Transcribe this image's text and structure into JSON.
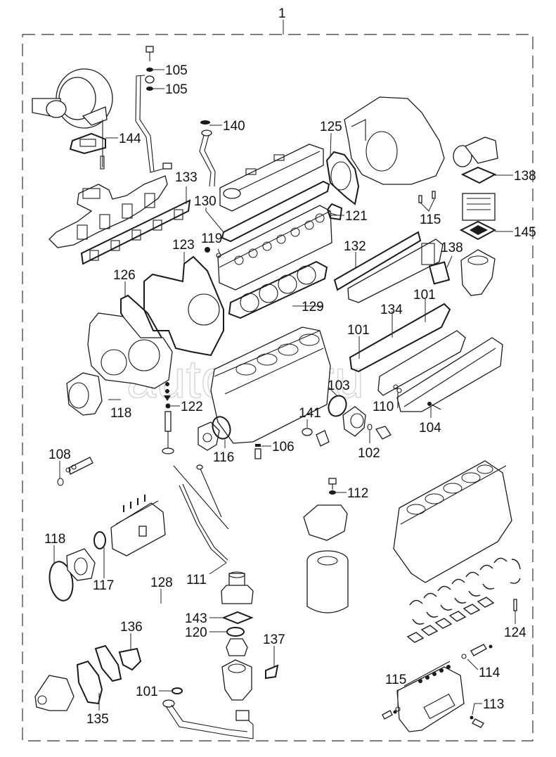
{
  "diagram": {
    "title": "Engine gasket kit exploded view",
    "assembly_label": "1",
    "watermark": "autoiter.ru",
    "callouts": [
      {
        "id": "c105a",
        "label": "105",
        "part": "washer"
      },
      {
        "id": "c105b",
        "label": "105",
        "part": "washer"
      },
      {
        "id": "c144",
        "label": "144",
        "part": "turbocharger gasket"
      },
      {
        "id": "c140",
        "label": "140",
        "part": "gasket"
      },
      {
        "id": "c133",
        "label": "133",
        "part": "exhaust manifold gasket"
      },
      {
        "id": "c130",
        "label": "130",
        "part": "head cover gasket"
      },
      {
        "id": "c125",
        "label": "125",
        "part": "flywheel housing gasket"
      },
      {
        "id": "c138a",
        "label": "138",
        "part": "gasket"
      },
      {
        "id": "c121",
        "label": "121",
        "part": "gasket"
      },
      {
        "id": "c115a",
        "label": "115",
        "part": "seal"
      },
      {
        "id": "c145",
        "label": "145",
        "part": "gasket"
      },
      {
        "id": "c119",
        "label": "119",
        "part": "seal"
      },
      {
        "id": "c123",
        "label": "123",
        "part": "timing case gasket"
      },
      {
        "id": "c132",
        "label": "132",
        "part": "intake manifold gasket"
      },
      {
        "id": "c138b",
        "label": "138",
        "part": "gasket"
      },
      {
        "id": "c126",
        "label": "126",
        "part": "front cover gasket"
      },
      {
        "id": "c129",
        "label": "129",
        "part": "cylinder head gasket"
      },
      {
        "id": "c101a",
        "label": "101",
        "part": "o-ring"
      },
      {
        "id": "c134",
        "label": "134",
        "part": "oil cooler gasket"
      },
      {
        "id": "c101b",
        "label": "101",
        "part": "o-ring"
      },
      {
        "id": "c103",
        "label": "103",
        "part": "o-ring"
      },
      {
        "id": "c118a",
        "label": "118",
        "part": "o-ring"
      },
      {
        "id": "c122",
        "label": "122",
        "part": "valve stem seal"
      },
      {
        "id": "c141",
        "label": "141",
        "part": "washer"
      },
      {
        "id": "c110",
        "label": "110",
        "part": "o-ring"
      },
      {
        "id": "c104",
        "label": "104",
        "part": "washer"
      },
      {
        "id": "c116",
        "label": "116",
        "part": "o-ring"
      },
      {
        "id": "c106",
        "label": "106",
        "part": "washer"
      },
      {
        "id": "c102",
        "label": "102",
        "part": "o-ring"
      },
      {
        "id": "c108",
        "label": "108",
        "part": "o-ring"
      },
      {
        "id": "c112",
        "label": "112",
        "part": "washer"
      },
      {
        "id": "c118b",
        "label": "118",
        "part": "o-ring"
      },
      {
        "id": "c117",
        "label": "117",
        "part": "o-ring"
      },
      {
        "id": "c111",
        "label": "111",
        "part": "o-ring"
      },
      {
        "id": "c128",
        "label": "128",
        "part": "seal"
      },
      {
        "id": "c143",
        "label": "143",
        "part": "thermostat gasket"
      },
      {
        "id": "c120",
        "label": "120",
        "part": "thermostat seal"
      },
      {
        "id": "c137",
        "label": "137",
        "part": "gasket"
      },
      {
        "id": "c136",
        "label": "136",
        "part": "gasket"
      },
      {
        "id": "c101c",
        "label": "101",
        "part": "o-ring"
      },
      {
        "id": "c135",
        "label": "135",
        "part": "water pump gasket"
      },
      {
        "id": "c124",
        "label": "124",
        "part": "pin"
      },
      {
        "id": "c114",
        "label": "114",
        "part": "washer"
      },
      {
        "id": "c115b",
        "label": "115",
        "part": "washer"
      },
      {
        "id": "c113",
        "label": "113",
        "part": "washer"
      }
    ]
  }
}
